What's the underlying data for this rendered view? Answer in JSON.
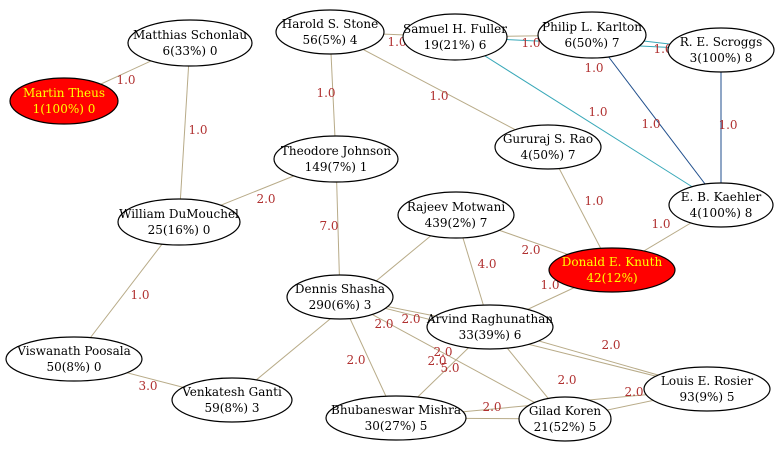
{
  "colors": {
    "node_fill": "#ffffff",
    "node_stroke": "#000000",
    "highlight_fill": "#ff0000",
    "highlight_text": "#ffff00",
    "edge_default": "#b8ab88",
    "edge_cyan": "#38a8b8",
    "edge_blue": "#1f4e8c",
    "edge_label": "#b03030"
  },
  "nodes": [
    {
      "id": "schonlau",
      "name": "Matthias Schonlau",
      "stat": "6(33%) 0"
    },
    {
      "id": "theus",
      "name": "Martin Theus",
      "stat": "1(100%) 0",
      "highlight": true
    },
    {
      "id": "stone",
      "name": "Harold S. Stone",
      "stat": "56(5%) 4"
    },
    {
      "id": "fuller",
      "name": "Samuel H. Fuller",
      "stat": "19(21%) 6"
    },
    {
      "id": "karlton",
      "name": "Philip L. Karlton",
      "stat": "6(50%) 7"
    },
    {
      "id": "scroggs",
      "name": "R. E. Scroggs",
      "stat": "3(100%) 8"
    },
    {
      "id": "johnson",
      "name": "Theodore Johnson",
      "stat": "149(7%) 1"
    },
    {
      "id": "rao",
      "name": "Gururaj S. Rao",
      "stat": "4(50%) 7"
    },
    {
      "id": "dumouchel",
      "name": "William DuMouchel",
      "stat": "25(16%) 0"
    },
    {
      "id": "kaehler",
      "name": "E. B. Kaehler",
      "stat": "4(100%) 8"
    },
    {
      "id": "motwani",
      "name": "Rajeev Motwani",
      "stat": "439(2%) 7"
    },
    {
      "id": "knuth",
      "name": "Donald E. Knuth",
      "stat": "42(12%)",
      "highlight": true
    },
    {
      "id": "shasha",
      "name": "Dennis Shasha",
      "stat": "290(6%) 3"
    },
    {
      "id": "raghunathan",
      "name": "Arvind Raghunathan",
      "stat": "33(39%) 6"
    },
    {
      "id": "poosala",
      "name": "Viswanath Poosala",
      "stat": "50(8%) 0"
    },
    {
      "id": "ganti",
      "name": "Venkatesh Ganti",
      "stat": "59(8%) 3"
    },
    {
      "id": "rosier",
      "name": "Louis E. Rosier",
      "stat": "93(9%) 5"
    },
    {
      "id": "mishra",
      "name": "Bhubaneswar Mishra",
      "stat": "30(27%) 5"
    },
    {
      "id": "koren",
      "name": "Gilad Koren",
      "stat": "21(52%) 5"
    }
  ],
  "edges": [
    {
      "from": "schonlau",
      "to": "theus",
      "label": "1.0"
    },
    {
      "from": "schonlau",
      "to": "dumouchel",
      "label": "1.0"
    },
    {
      "from": "stone",
      "to": "fuller",
      "label": "1.0"
    },
    {
      "from": "stone",
      "to": "johnson",
      "label": "1.0"
    },
    {
      "from": "stone",
      "to": "rao",
      "label": "1.0"
    },
    {
      "from": "fuller",
      "to": "karlton",
      "label": "1.0"
    },
    {
      "from": "fuller",
      "to": "kaehler",
      "label": "1.0",
      "color": "cyan"
    },
    {
      "from": "fuller",
      "to": "scroggs",
      "label": "1.0",
      "color": "cyan"
    },
    {
      "from": "karlton",
      "to": "scroggs",
      "label": "1.0",
      "color": "cyan"
    },
    {
      "from": "karlton",
      "to": "kaehler",
      "label": "1.0",
      "color": "blue"
    },
    {
      "from": "scroggs",
      "to": "kaehler",
      "label": "1.0",
      "color": "blue"
    },
    {
      "from": "rao",
      "to": "knuth",
      "label": "1.0"
    },
    {
      "from": "kaehler",
      "to": "knuth",
      "label": "1.0"
    },
    {
      "from": "johnson",
      "to": "dumouchel",
      "label": "2.0"
    },
    {
      "from": "johnson",
      "to": "shasha",
      "label": "7.0"
    },
    {
      "from": "motwani",
      "to": "knuth",
      "label": "2.0"
    },
    {
      "from": "motwani",
      "to": "raghunathan",
      "label": "4.0"
    },
    {
      "from": "motwani",
      "to": "ganti",
      "label": ""
    },
    {
      "from": "knuth",
      "to": "raghunathan",
      "label": "1.0"
    },
    {
      "from": "dumouchel",
      "to": "poosala",
      "label": "1.0"
    },
    {
      "from": "poosala",
      "to": "ganti",
      "label": "3.0"
    },
    {
      "from": "shasha",
      "to": "raghunathan",
      "label": "2.0"
    },
    {
      "from": "shasha",
      "to": "mishra",
      "label": "2.0"
    },
    {
      "from": "shasha",
      "to": "koren",
      "label": "2.0"
    },
    {
      "from": "shasha",
      "to": "rosier",
      "label": "2.0"
    },
    {
      "from": "raghunathan",
      "to": "mishra",
      "label": "2.0"
    },
    {
      "from": "raghunathan",
      "to": "koren",
      "label": "5.0"
    },
    {
      "from": "raghunathan",
      "to": "rosier",
      "label": "2.0"
    },
    {
      "from": "mishra",
      "to": "koren",
      "label": "2.0"
    },
    {
      "from": "mishra",
      "to": "rosier",
      "label": "2.0"
    },
    {
      "from": "koren",
      "to": "rosier",
      "label": "2.0"
    }
  ]
}
